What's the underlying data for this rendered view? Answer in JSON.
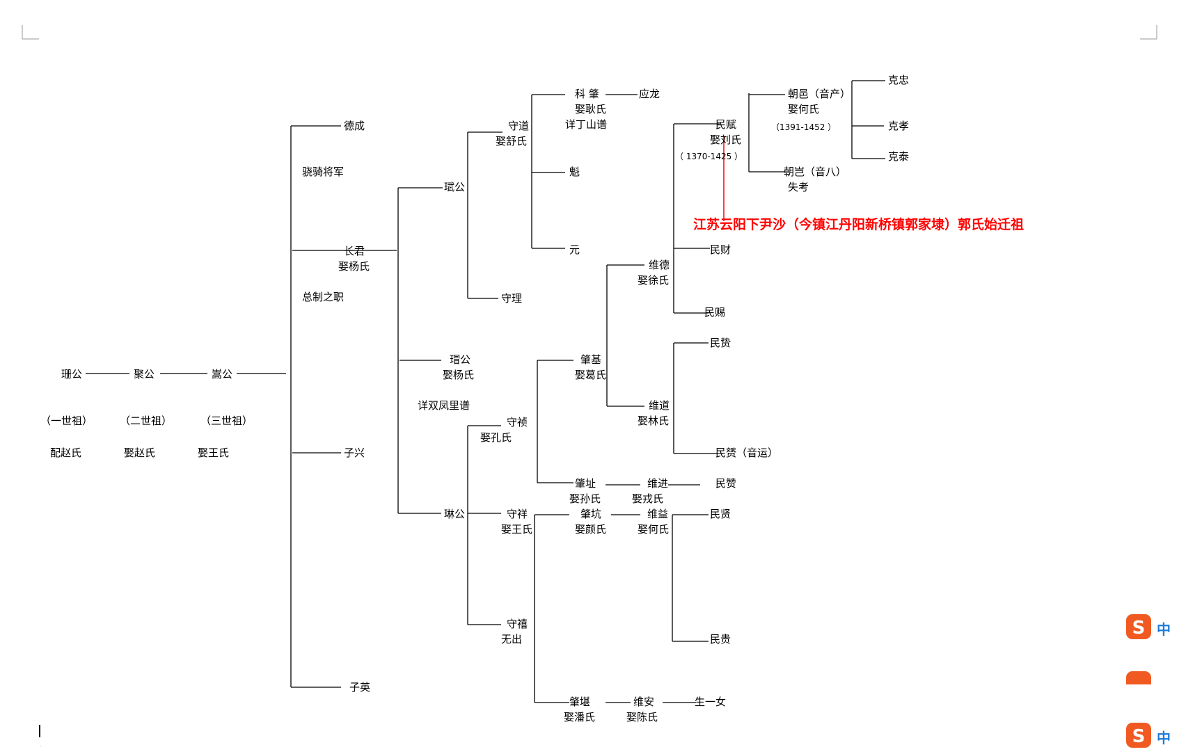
{
  "labels": {
    "g1": "珊公",
    "g1_gen": "（一世祖）",
    "g1_spouse": "配赵氏",
    "g2": "聚公",
    "g2_gen": "（二世祖）",
    "g2_spouse": "娶赵氏",
    "g3": "嵩公",
    "g3_gen": "（三世祖）",
    "g3_spouse": "娶王氏",
    "decheng": "德成",
    "decheng_title": "骁骑将军",
    "changjun": "长君",
    "changjun_spouse": "娶杨氏",
    "changjun_title": "总制之职",
    "zixing": "子兴",
    "ziying": "子英",
    "wu_gong": "珷公",
    "mao_gong": "瑁公",
    "mao_spouse": "娶杨氏",
    "mao_note": "详双凤里谱",
    "lin_gong": "琳公",
    "shoudao": "守道",
    "shoudao_spouse": "娶舒氏",
    "shouli": "守理",
    "shouzhen": "守祯",
    "shouzhen_spouse": "娶孔氏",
    "shouxiang": "守祥",
    "shouxiang_spouse": "娶王氏",
    "shouxi": "守禧",
    "shouxi_note": "无出",
    "kezhao": "科  肇",
    "kezhao_spouse": "娶耿氏",
    "kezhao_note": "详丁山谱",
    "yinglong": "应龙",
    "kui": "魁",
    "yuan": "元",
    "zhaoji": "肇基",
    "zhaoji_spouse": "娶葛氏",
    "zhaozhi": "肇址",
    "zhaozhi_spouse": "娶孙氏",
    "zhaokeng": "肇坑",
    "zhaokeng_spouse": "娶颜氏",
    "zhaokan": "肇堪",
    "zhaokan_spouse": "娶潘氏",
    "weide": "维德",
    "weide_spouse": "娶徐氏",
    "weidao": "维道",
    "weidao_spouse": "娶林氏",
    "weijin": "维进",
    "weijin_spouse": "娶戎氏",
    "weiyi": "维益",
    "weiyi_spouse": "娶何氏",
    "weian": "维安",
    "weian_spouse": "娶陈氏",
    "shengyinv": "生一女",
    "minfu": "民赋",
    "minfu_spouse": "娶刘氏",
    "minfu_years": "（ 1370-1425 ）",
    "mincai": "民财",
    "minci": "民赐",
    "minzhi": "民贽",
    "minzan_yinyun": "民赟（音运）",
    "minzan": "民赞",
    "minxian": "民贤",
    "mingui": "民贵",
    "chaoyi": "朝邑（音产）",
    "chaoyi_spouse": "娶何氏",
    "chaoyi_years": "（1391-1452  ）",
    "chaoqi": "朝岂（音八）",
    "chaoqi_note": "失考",
    "kezhong": "克忠",
    "kexiao": "克孝",
    "ketai": "克泰",
    "red_note": "江苏云阳下尹沙（今镇江丹阳新桥镇郭家埭）郭氏始迁祖"
  },
  "ime": {
    "label": "中"
  },
  "colors": {
    "line": "#000000",
    "accent": "#ff0000",
    "ime_orange": "#f05a22",
    "ime_blue": "#1e7bd8"
  }
}
